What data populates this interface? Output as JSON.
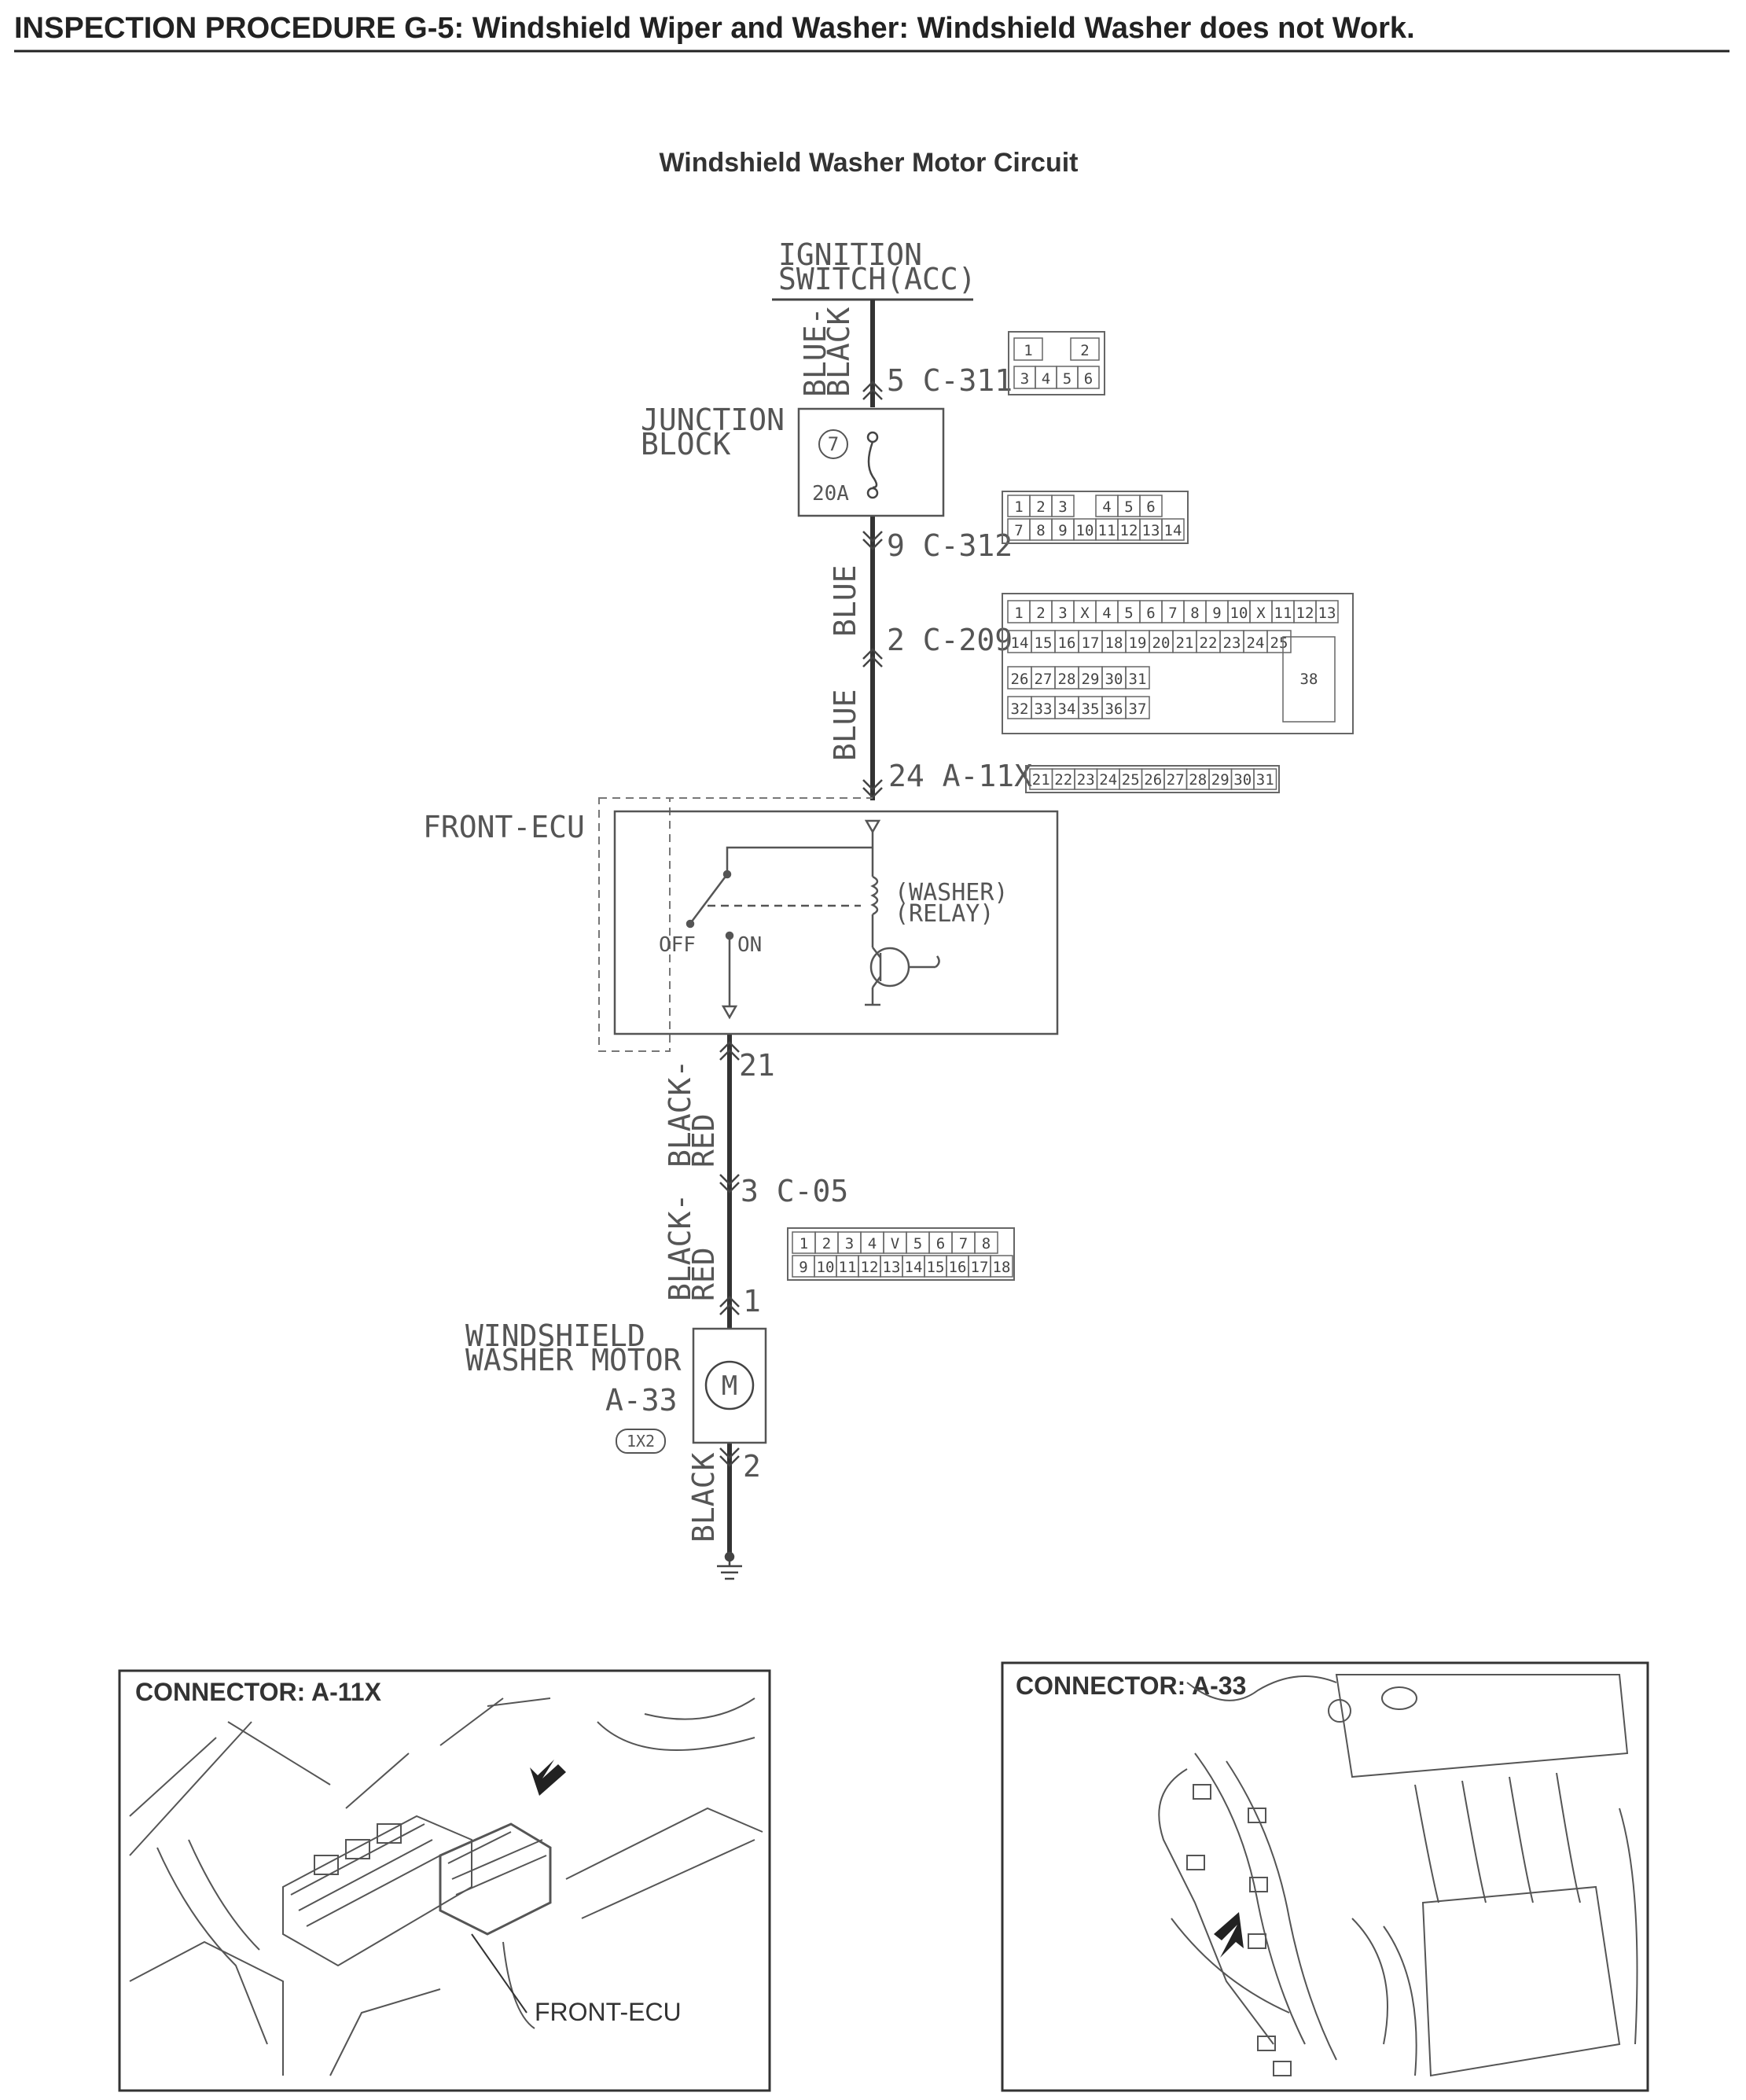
{
  "header": {
    "title": "INSPECTION PROCEDURE G-5: Windshield Wiper and Washer: Windshield Washer does not Work."
  },
  "diagram": {
    "title": "Windshield Washer Motor Circuit",
    "ignition_line1": "IGNITION",
    "ignition_line2": "SWITCH(ACC)",
    "wire1_line1": "BLUE-",
    "wire1_line2": "BLACK",
    "wire2": "BLUE",
    "wire3": "BLUE",
    "wire4_line1": "BLACK-",
    "wire4_line2": "RED",
    "wire5_line1": "BLACK-",
    "wire5_line2": "RED",
    "wire6": "BLACK",
    "junction_line1": "JUNCTION",
    "junction_line2": "BLOCK",
    "fuse_number": "7",
    "fuse_rating": "20A",
    "conn_c311": "5 C-311",
    "conn_c312": "9 C-312",
    "conn_c209": "2 C-209",
    "conn_a11x": "24 A-11X",
    "conn_21": "21",
    "conn_c05": "3 C-05",
    "conn_pin1": "1",
    "conn_pin2": "2",
    "front_ecu": "FRONT-ECU",
    "relay_line1": "(WASHER)",
    "relay_line2": "(RELAY)",
    "switch_off": "OFF",
    "switch_on": "ON",
    "motor_line1": "WINDSHIELD",
    "motor_line2": "WASHER MOTOR",
    "motor_conn": "A-33",
    "motor_symbol": "M",
    "motor_pins": "1X2"
  },
  "pinouts": {
    "c311": [
      [
        "1",
        "",
        "2"
      ],
      [
        "3",
        "4",
        "5",
        "6"
      ]
    ],
    "c312": [
      [
        "1",
        "2",
        "3",
        "",
        "4",
        "5",
        "6"
      ],
      [
        "7",
        "8",
        "9",
        "10",
        "11",
        "12",
        "13",
        "14"
      ]
    ],
    "c209_row1": [
      "1",
      "2",
      "3",
      "X",
      "4",
      "5",
      "6",
      "7",
      "8",
      "9",
      "10",
      "X",
      "11",
      "12",
      "13"
    ],
    "c209_row2": [
      "14",
      "15",
      "16",
      "17",
      "18",
      "19",
      "20",
      "21",
      "22",
      "23",
      "24",
      "25"
    ],
    "c209_row3": [
      "26",
      "27",
      "28",
      "29",
      "30",
      "31"
    ],
    "c209_row4": [
      "32",
      "33",
      "34",
      "35",
      "36",
      "37"
    ],
    "c209_side": "38",
    "a11x": [
      "21",
      "22",
      "23",
      "24",
      "25",
      "26",
      "27",
      "28",
      "29",
      "30",
      "31"
    ],
    "c05_row1": [
      "1",
      "2",
      "3",
      "4",
      "V",
      "5",
      "6",
      "7",
      "8"
    ],
    "c05_row2": [
      "9",
      "10",
      "11",
      "12",
      "13",
      "14",
      "15",
      "16",
      "17",
      "18"
    ]
  },
  "panels": {
    "left_title": "CONNECTOR: A-11X",
    "left_caption": "FRONT-ECU",
    "right_title": "CONNECTOR: A-33"
  }
}
